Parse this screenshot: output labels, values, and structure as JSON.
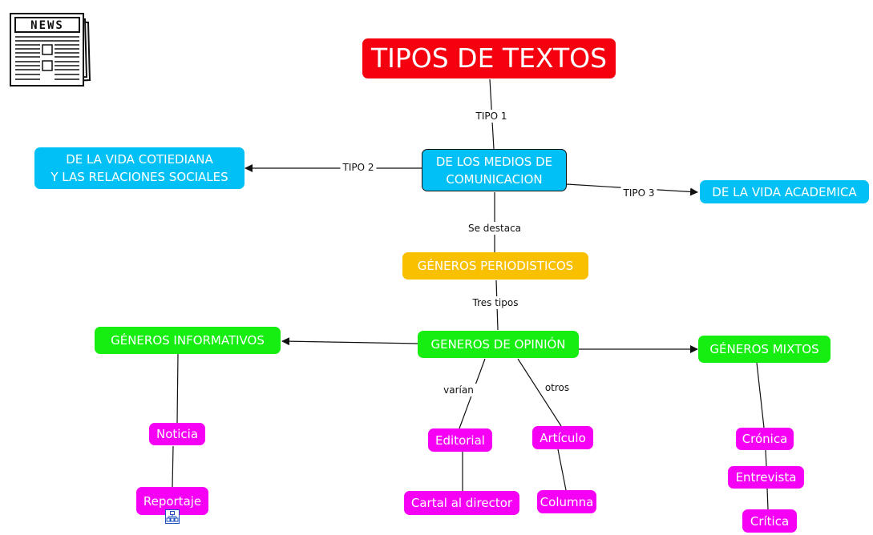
{
  "colors": {
    "red": "#f4000e",
    "blue": "#00c0f6",
    "yellow": "#f9c000",
    "green": "#15ee10",
    "magenta": "#f500f5",
    "line": "#111111"
  },
  "icons": {
    "newspaper": "newspaper-icon",
    "submap": "sitemap-icon"
  },
  "newspaper_masthead": "NEWS",
  "nodes": {
    "tipos_de_textos": "TIPOS DE TEXTOS",
    "medios": "DE LOS MEDIOS DE\nCOMUNICACION",
    "vida_cotidiana": "DE LA VIDA COTIEDIANA\nY LAS RELACIONES SOCIALES",
    "vida_academica": "DE LA VIDA ACADEMICA",
    "generos_periodisticos": "GÉNEROS PERIODISTICOS",
    "generos_informativos": "GÉNEROS INFORMATIVOS",
    "generos_opinion": "GENEROS DE OPINIÓN",
    "generos_mixtos": "GÉNEROS MIXTOS",
    "noticia": "Noticia",
    "reportaje": "Reportaje",
    "editorial": "Editorial",
    "carta_director": "Cartal al director",
    "articulo": "Artículo",
    "columna": "Columna",
    "cronica": "Crónica",
    "entrevista": "Entrevista",
    "critica": "Crítica"
  },
  "edge_labels": {
    "tipo1": "TIPO 1",
    "tipo2": "TIPO 2",
    "tipo3": "TIPO 3",
    "se_destaca": "Se destaca",
    "tres_tipos": "Tres tipos",
    "varian": "varían",
    "otros": "otros"
  }
}
